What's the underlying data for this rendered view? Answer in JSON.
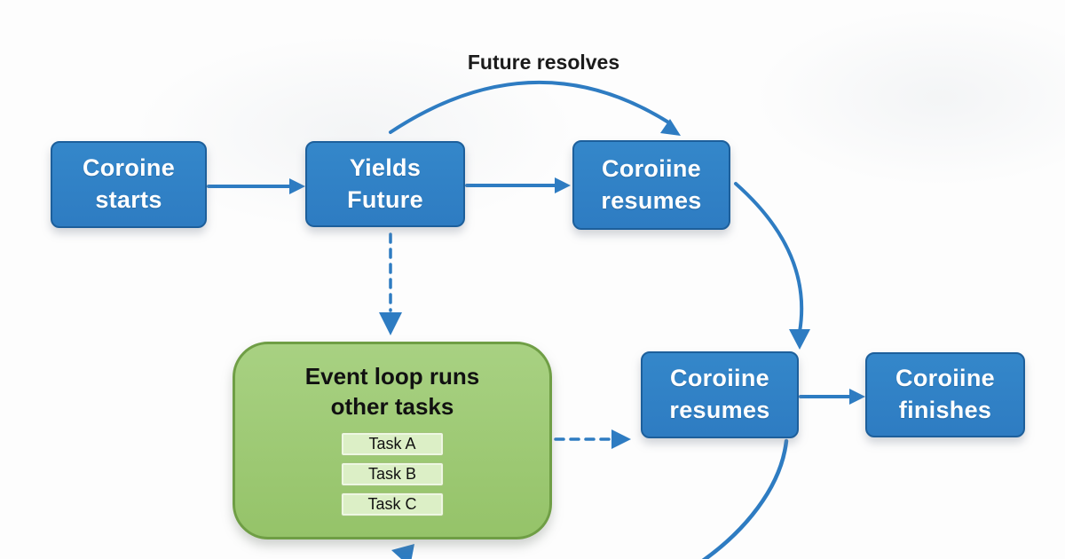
{
  "theme": {
    "background": "#fdfdfd",
    "blue_fill": "#2e7cc2",
    "blue_fill_light": "#3487ca",
    "blue_border": "#1d5f9b",
    "arrow_blue": "#2e7cc2",
    "green_fill": "#95c369",
    "green_fill_light": "#a8d182",
    "green_border": "#6f9e45",
    "task_fill": "#dcefc6",
    "task_border": "#a3c47c",
    "text_light": "#ffffff",
    "text_dark": "#111111"
  },
  "nodes": {
    "coroutine_starts": {
      "label": "Coroine\nstarts"
    },
    "yields_future": {
      "label": "Yields\nFuture"
    },
    "coroutine_resumes_top": {
      "label": "Coroiine\nresumes"
    },
    "coroutine_resumes_bottom": {
      "label": "Coroiine\nresumes"
    },
    "coroutine_finishes": {
      "label": "Coroiine\nfinishes"
    }
  },
  "event_loop": {
    "title": "Event loop runs\nother tasks",
    "tasks": [
      "Task A",
      "Task B",
      "Task C"
    ]
  },
  "annotations": {
    "future_resolves": "Future resolves"
  }
}
